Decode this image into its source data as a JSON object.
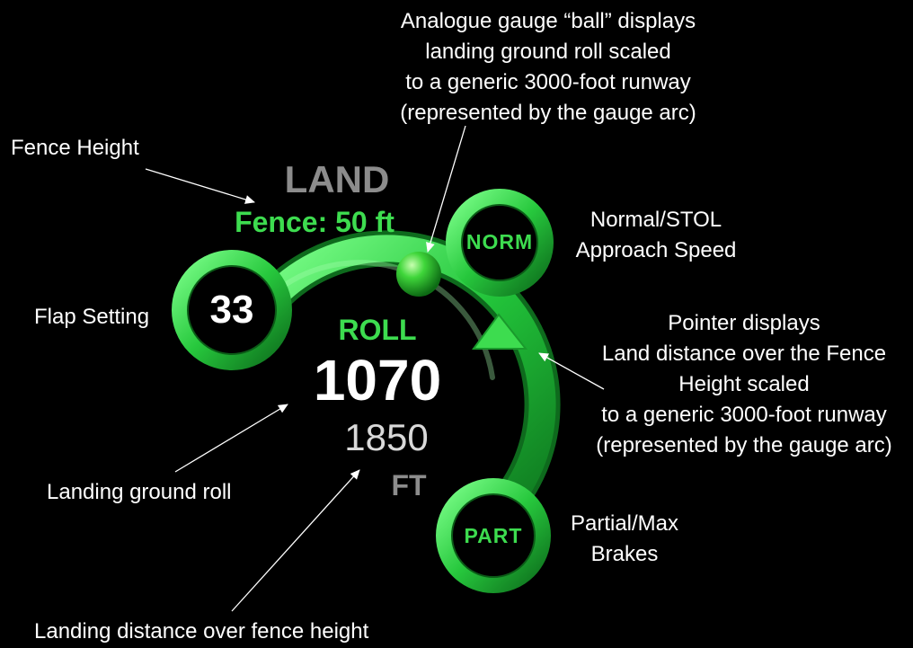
{
  "gauge": {
    "mode_label": "LAND",
    "fence_label": "Fence: 50 ft",
    "roll_label": "ROLL",
    "roll_value": "1070",
    "distance_value": "1850",
    "unit_label": "FT",
    "accent_color": "#3ddc4f",
    "buttons": {
      "flap": "33",
      "approach": "NORM",
      "brakes": "PART"
    }
  },
  "annotations": {
    "ball": [
      "Analogue gauge “ball” displays",
      "landing ground roll scaled",
      "to a generic 3000-foot runway",
      "(represented by the gauge arc)"
    ],
    "fence_height": "Fence Height",
    "approach": [
      "Normal/STOL",
      "Approach Speed"
    ],
    "flap": "Flap Setting",
    "pointer": [
      "Pointer displays",
      "Land distance over the Fence",
      "Height scaled",
      "to a generic 3000-foot runway",
      "(represented by the gauge arc)"
    ],
    "ground_roll": "Landing ground roll",
    "brakes": [
      "Partial/Max",
      "Brakes"
    ],
    "fence_distance": "Landing distance over fence height"
  }
}
